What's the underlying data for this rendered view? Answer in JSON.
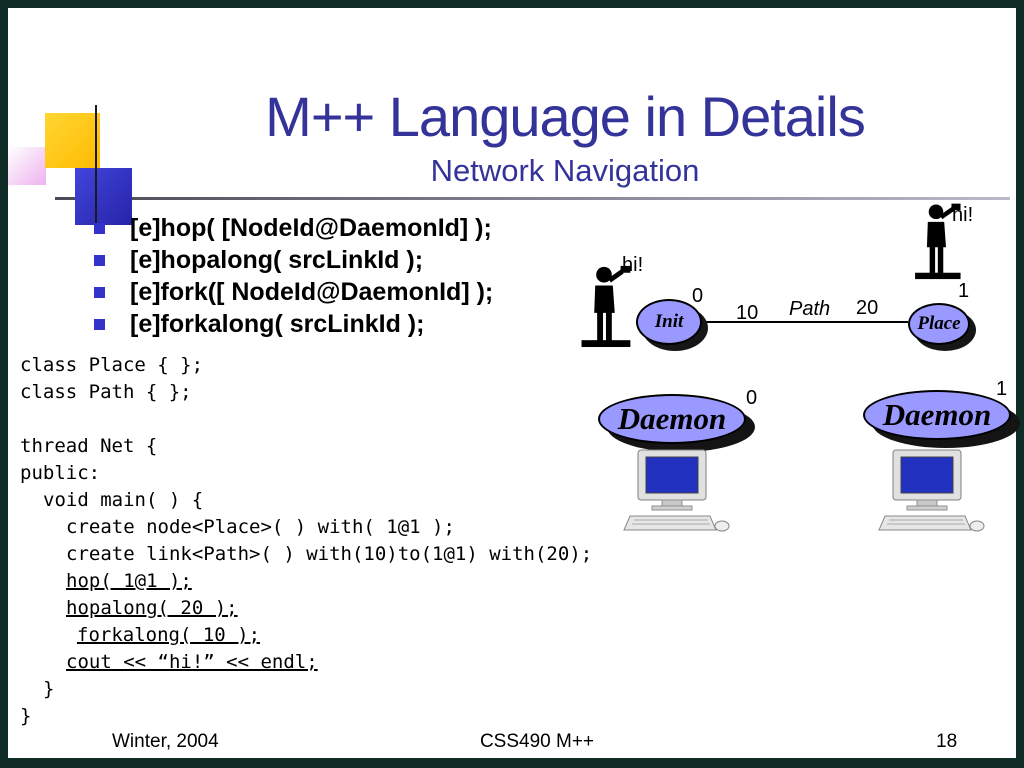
{
  "slide": {
    "title": "M++ Language in Details",
    "subtitle": "Network Navigation",
    "bullets": [
      "[e]hop( [NodeId@DaemonId] );",
      "[e]hopalong( srcLinkId );",
      "[e]fork([ NodeId@DaemonId] );",
      "[e]forkalong( srcLinkId );"
    ],
    "code": {
      "lines": [
        "class Place { };",
        "class Path { };",
        "",
        "thread Net {",
        "public:",
        "void main( ) {",
        "create node<Place>( ) with( 1@1 );",
        "create link<Path>( ) with(10)to(1@1) with(20);",
        "hop( 1@1 );",
        "hopalong( 20 );",
        "forkalong( 10 );",
        "cout << “hi!” << endl;",
        "}",
        "}"
      ]
    },
    "footer": {
      "left": "Winter, 2004",
      "center": "CSS490 M++",
      "page": "18"
    }
  },
  "diagram": {
    "hi_left": "hi!",
    "hi_right": "hi!",
    "init": {
      "label": "Init",
      "id": "0"
    },
    "place": {
      "label": "Place",
      "id": "1"
    },
    "edge": {
      "label": "Path",
      "weight_near": "10",
      "weight_far": "20"
    },
    "daemons": [
      {
        "label": "Daemon",
        "id": "0"
      },
      {
        "label": "Daemon",
        "id": "1"
      }
    ],
    "icons": {
      "person": "person-silhouette-icon",
      "computer": "desktop-computer-icon"
    }
  },
  "colors": {
    "title": "#333399",
    "bullet_square": "#3333cc",
    "node_fill": "#9999ff",
    "border": "#0f2d26",
    "screen": "#2230c0",
    "accent_yellow": "#ffcc00",
    "accent_blue": "#3333cc"
  }
}
